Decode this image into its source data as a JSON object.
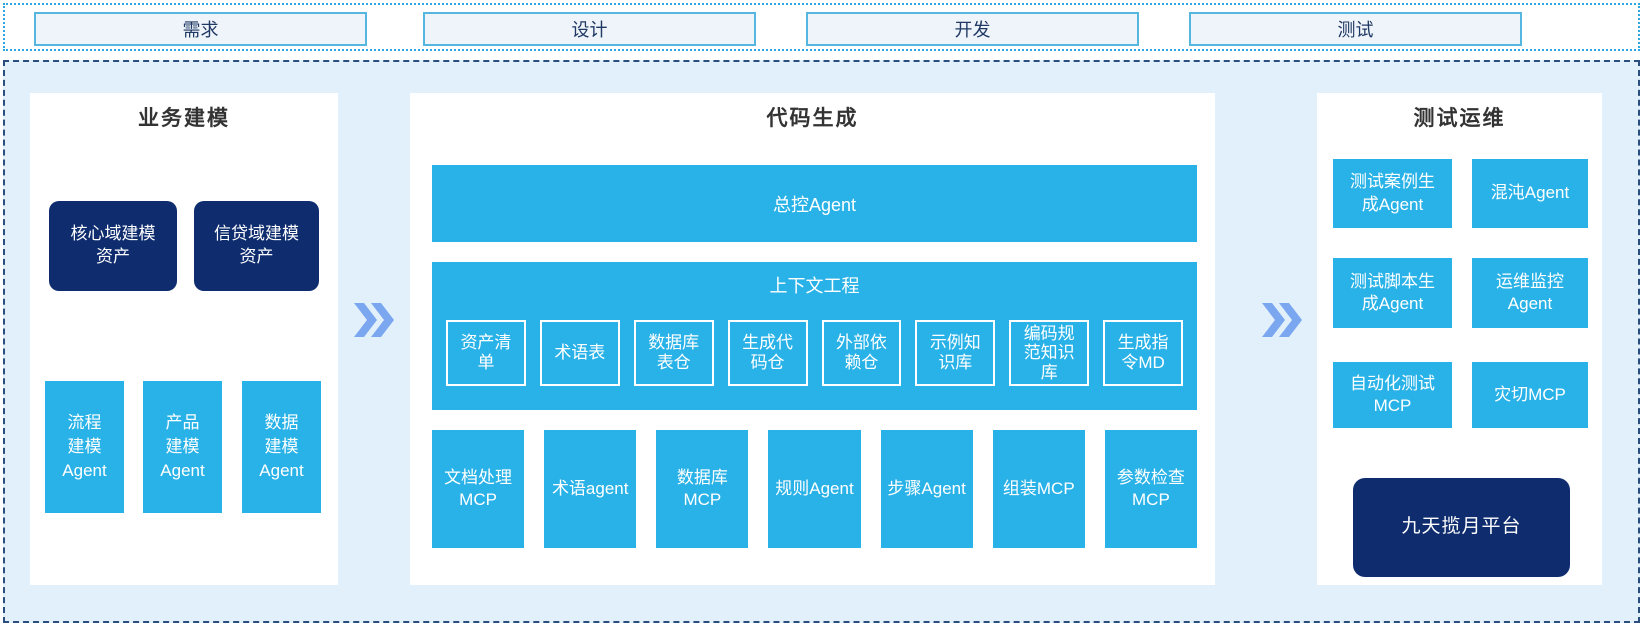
{
  "phases": [
    {
      "label": "需求"
    },
    {
      "label": "设计"
    },
    {
      "label": "开发"
    },
    {
      "label": "测试"
    }
  ],
  "business_modeling": {
    "title": "业务建模",
    "assets": [
      {
        "label": "核心域建模资产"
      },
      {
        "label": "信贷域建模资产"
      }
    ],
    "agents": [
      {
        "label": "流程建模Agent"
      },
      {
        "label": "产品建模Agent"
      },
      {
        "label": "数据建模Agent"
      }
    ]
  },
  "code_generation": {
    "title": "代码生成",
    "master_agent_label": "总控Agent",
    "context_engineering": {
      "title": "上下文工程",
      "items": [
        {
          "label": "资产清单"
        },
        {
          "label": "术语表"
        },
        {
          "label": "数据库表仓"
        },
        {
          "label": "生成代码仓"
        },
        {
          "label": "外部依赖仓"
        },
        {
          "label": "示例知识库"
        },
        {
          "label": "编码规范知识库"
        },
        {
          "label": "生成指令MD"
        }
      ]
    },
    "tools": [
      {
        "label": "文档处理MCP"
      },
      {
        "label": "术语agent"
      },
      {
        "label": "数据库MCP"
      },
      {
        "label": "规则Agent"
      },
      {
        "label": "步骤Agent"
      },
      {
        "label": "组装MCP"
      },
      {
        "label": "参数检查MCP"
      }
    ]
  },
  "test_ops": {
    "title": "测试运维",
    "items": [
      {
        "label": "测试案例生成Agent"
      },
      {
        "label": "混沌Agent"
      },
      {
        "label": "测试脚本生成Agent"
      },
      {
        "label": "运维监控Agent"
      },
      {
        "label": "自动化测试MCP"
      },
      {
        "label": "灾切MCP"
      }
    ],
    "platform_label": "九天揽月平台"
  },
  "colors": {
    "cyan": "#29B2E7",
    "navy": "#0E2C6E",
    "chevron_blue": "#7BA7F1",
    "panel_bg": "#E1F0FA",
    "phase_fill": "#EEF4F9",
    "phase_border": "#55B7DF",
    "outer_dotted_border": "#2BA9DF",
    "main_dashed_border": "#2A4E7E"
  }
}
